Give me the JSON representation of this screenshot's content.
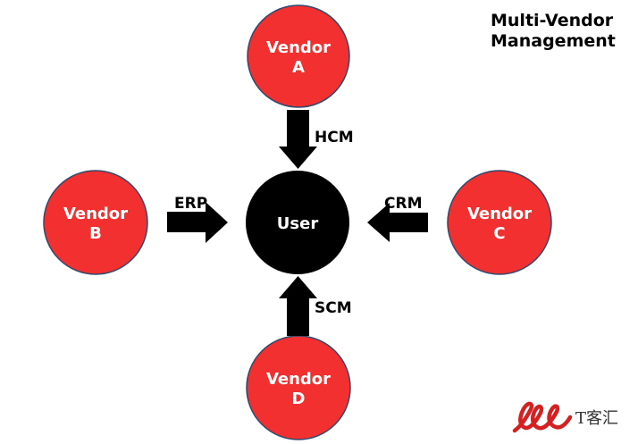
{
  "title": {
    "line1": "Multi-Vendor",
    "line2": "Management"
  },
  "colors": {
    "vendor_fill": "#f23030",
    "vendor_stroke": "#2f4a6e",
    "user_fill": "#000000",
    "arrow_fill": "#000000",
    "watermark_red": "#d42020"
  },
  "nodes": {
    "vendor_a": {
      "line1": "Vendor",
      "line2": "A"
    },
    "vendor_b": {
      "line1": "Vendor",
      "line2": "B"
    },
    "vendor_c": {
      "line1": "Vendor",
      "line2": "C"
    },
    "vendor_d": {
      "line1": "Vendor",
      "line2": "D"
    },
    "user": {
      "label": "User"
    }
  },
  "edges": {
    "a_to_user": "HCM",
    "b_to_user": "ERP",
    "c_to_user": "CRM",
    "d_to_user": "SCM"
  },
  "watermark": {
    "text": "T客汇"
  }
}
